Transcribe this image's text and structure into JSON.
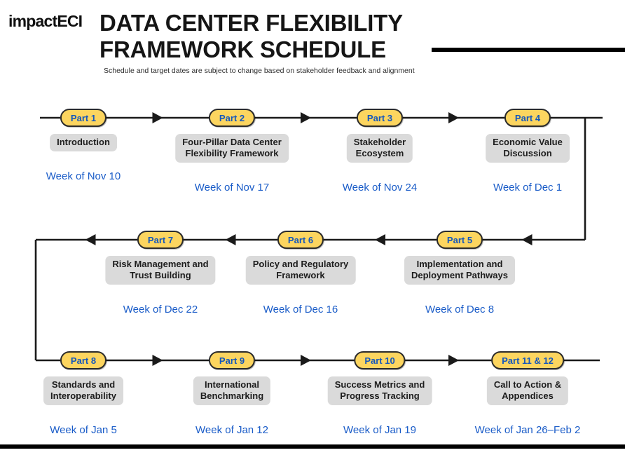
{
  "header": {
    "logo": "impactECI",
    "title": "DATA CENTER FLEXIBILITY FRAMEWORK SCHEDULE",
    "subtitle": "Schedule and target dates are subject to change based on stakeholder feedback and alignment",
    "rule_color": "#000000"
  },
  "theme": {
    "pill_fill": "#fcd55f",
    "pill_border": "#2b2b2b",
    "pill_text": "#1457bd",
    "label_fill": "#dadada",
    "label_text": "#1d1d1d",
    "date_text": "#1a5cc8",
    "connector": "#1a1a1a",
    "background": "#ffffff"
  },
  "flow": {
    "rows": [
      {
        "direction": "left-to-right",
        "nodes": [
          {
            "part": "Part 1",
            "title": "Introduction",
            "date": "Week of Nov 10",
            "lines": 1
          },
          {
            "part": "Part 2",
            "title": "Four-Pillar Data Center\nFlexibility Framework",
            "date": "Week of Nov 17",
            "lines": 2
          },
          {
            "part": "Part 3",
            "title": "Stakeholder\nEcosystem",
            "date": "Week of Nov 24",
            "lines": 2
          },
          {
            "part": "Part 4",
            "title": "Economic Value\nDiscussion",
            "date": "Week of Dec 1",
            "lines": 2
          }
        ]
      },
      {
        "direction": "right-to-left",
        "nodes": [
          {
            "part": "Part 7",
            "title": "Risk Management and\nTrust Building",
            "date": "Week of Dec 22",
            "lines": 2
          },
          {
            "part": "Part 6",
            "title": "Policy and Regulatory\nFramework",
            "date": "Week of Dec 16",
            "lines": 2
          },
          {
            "part": "Part 5",
            "title": "Implementation and\nDeployment Pathways",
            "date": "Week of Dec 8",
            "lines": 2
          }
        ]
      },
      {
        "direction": "left-to-right",
        "nodes": [
          {
            "part": "Part 8",
            "title": "Standards and\nInteroperability",
            "date": "Week of Jan 5",
            "lines": 2
          },
          {
            "part": "Part 9",
            "title": "International\nBenchmarking",
            "date": "Week of Jan 12",
            "lines": 2
          },
          {
            "part": "Part 10",
            "title": "Success Metrics and\nProgress Tracking",
            "date": "Week of Jan 19",
            "lines": 2
          },
          {
            "part": "Part 11 & 12",
            "title": "Call to Action &\nAppendices",
            "date": "Week of Jan 26–Feb 2",
            "lines": 2
          }
        ]
      }
    ]
  }
}
